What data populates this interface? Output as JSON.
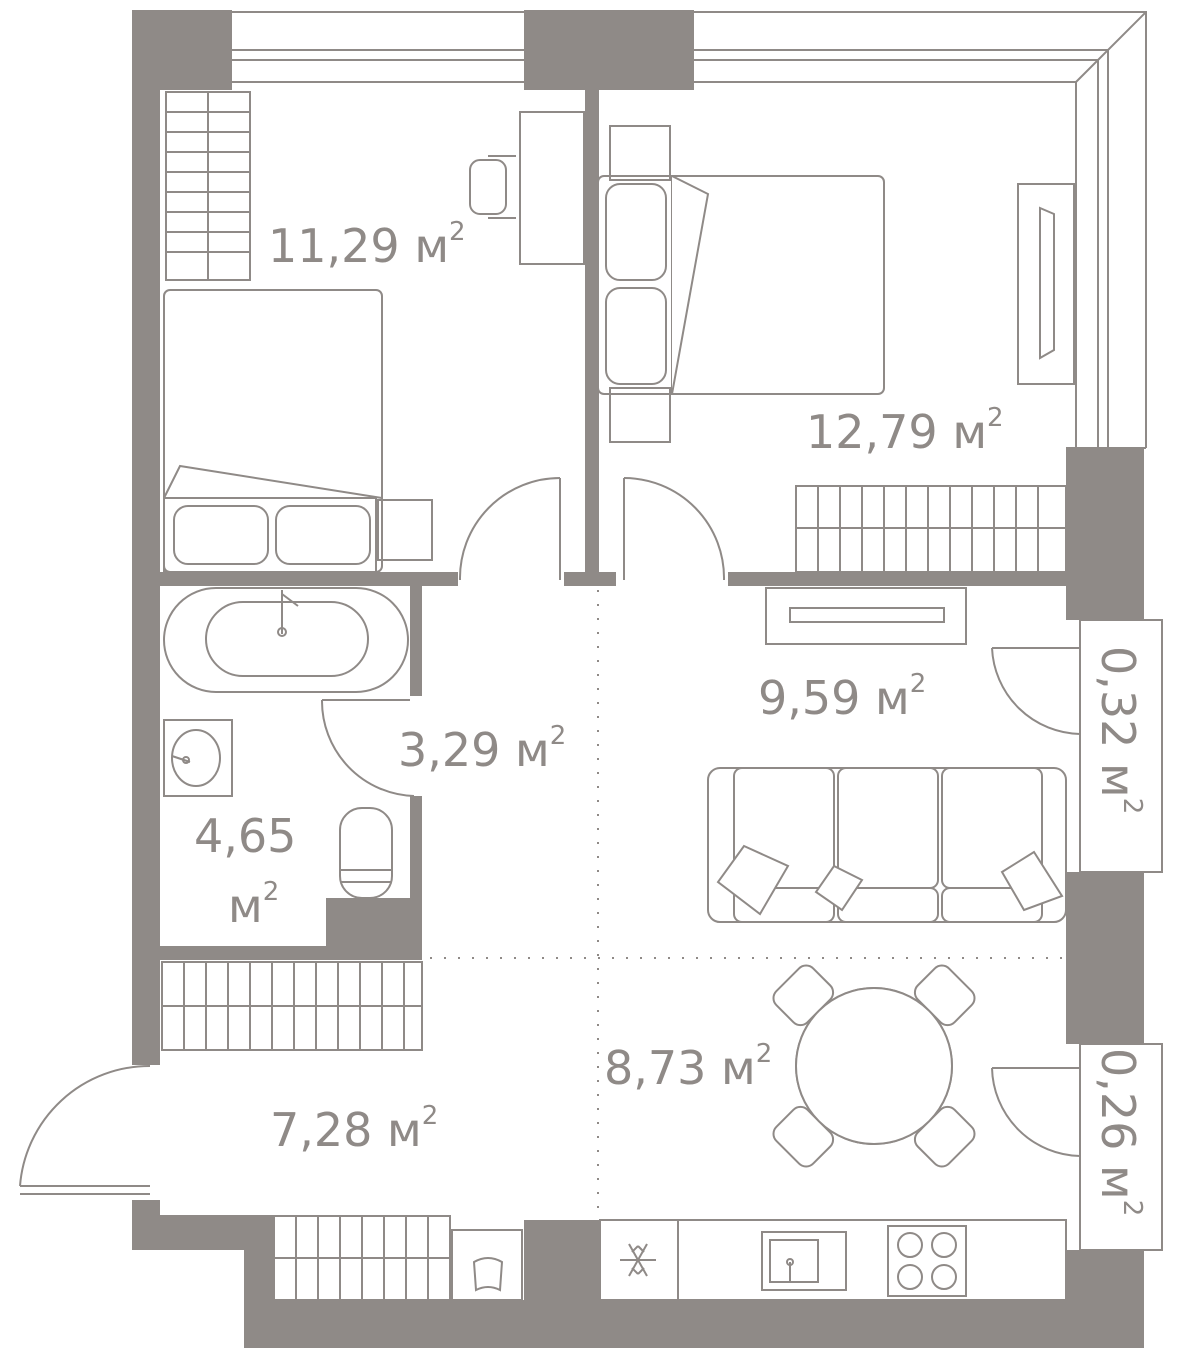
{
  "plan": {
    "wall_color": "#8f8a87",
    "background": "#ffffff",
    "rooms": [
      {
        "id": "bedroom-1",
        "area": "11,29",
        "unit": "м",
        "power": "2"
      },
      {
        "id": "bedroom-2",
        "area": "12,79",
        "unit": "м",
        "power": "2"
      },
      {
        "id": "bathroom",
        "area_line1": "4,65",
        "unit": "м",
        "power": "2"
      },
      {
        "id": "hall",
        "area": "3,29",
        "unit": "м",
        "power": "2"
      },
      {
        "id": "living",
        "area": "9,59",
        "unit": "м",
        "power": "2"
      },
      {
        "id": "dining",
        "area": "8,73",
        "unit": "м",
        "power": "2"
      },
      {
        "id": "entrance",
        "area": "7,28",
        "unit": "м",
        "power": "2"
      },
      {
        "id": "balcony-1",
        "area": "0,32",
        "unit": "м",
        "power": "2"
      },
      {
        "id": "balcony-2",
        "area": "0,26",
        "unit": "м",
        "power": "2"
      }
    ],
    "icons": [
      "snowflake-icon",
      "sink-icon",
      "cooktop-icon"
    ]
  }
}
